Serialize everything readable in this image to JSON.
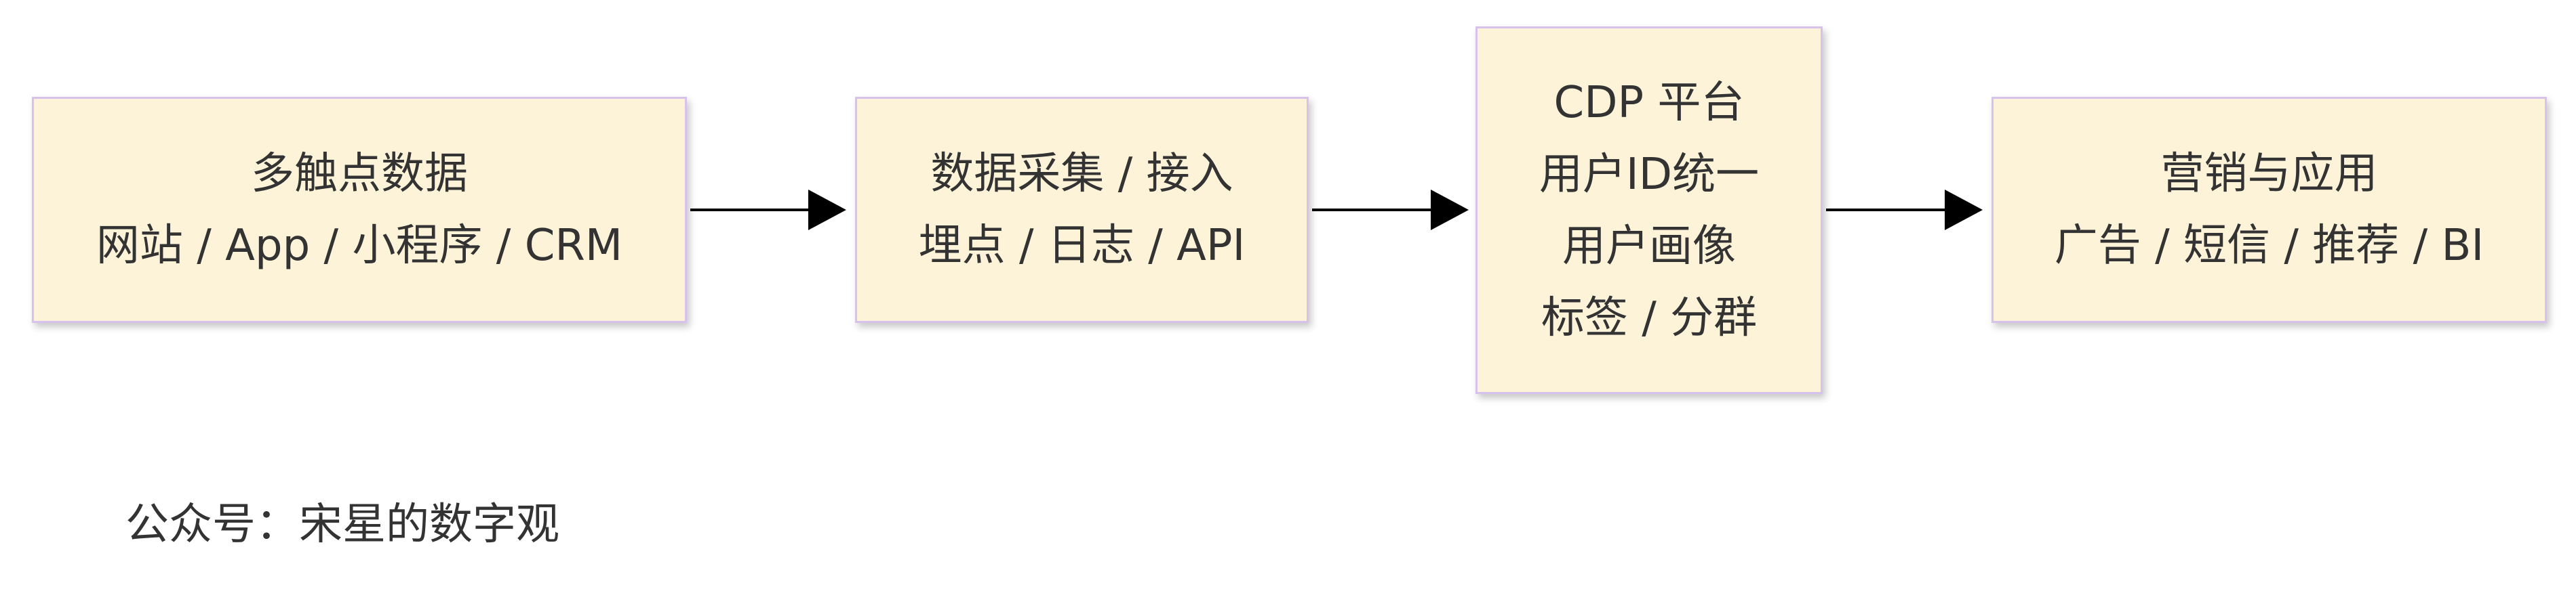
{
  "nodes": [
    {
      "lines": [
        "多触点数据",
        "网站 / App / 小程序 / CRM"
      ]
    },
    {
      "lines": [
        "数据采集 / 接入",
        "埋点 / 日志 / API"
      ]
    },
    {
      "lines": [
        "CDP 平台",
        "用户ID统一",
        "用户画像",
        "标签 / 分群"
      ]
    },
    {
      "lines": [
        "营销与应用",
        "广告 / 短信 / 推荐 / BI"
      ]
    }
  ],
  "caption": "公众号：宋星的数字观",
  "colors": {
    "node_fill": "#fdf3d8",
    "node_border": "#d6c2ec",
    "text": "#333333",
    "edge": "#000000"
  }
}
